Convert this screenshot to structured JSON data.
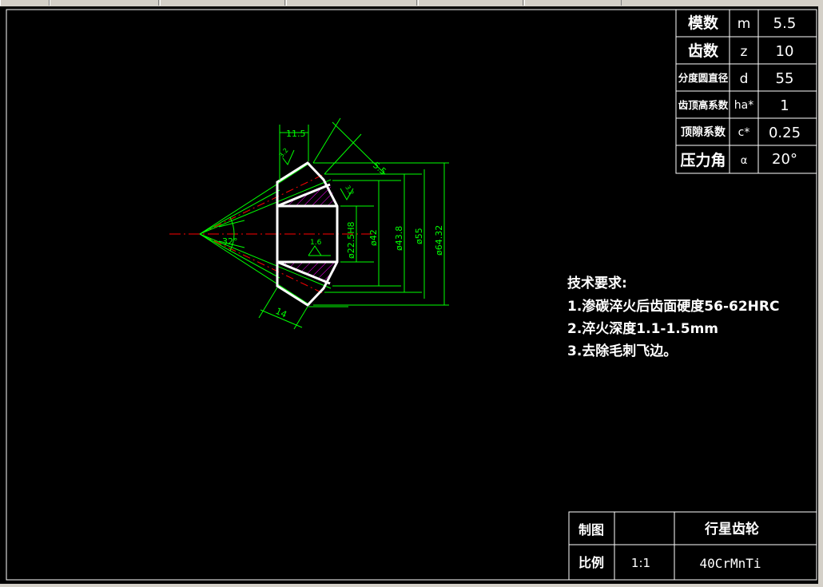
{
  "param_table": {
    "rows": [
      {
        "name": "模数",
        "symbol": "m",
        "value": "5.5"
      },
      {
        "name": "齿数",
        "symbol": "z",
        "value": "10"
      },
      {
        "name": "分度圆直径",
        "symbol": "d",
        "value": "55"
      },
      {
        "name": "齿顶高系数",
        "symbol": "ha*",
        "value": "1"
      },
      {
        "name": "顶隙系数",
        "symbol": "c*",
        "value": "0.25"
      },
      {
        "name": "压力角",
        "symbol": "α",
        "value": "20°"
      }
    ]
  },
  "tech_requirements": {
    "title": "技术要求:",
    "items": [
      "1.渗碳淬火后齿面硬度56-62HRC",
      "2.淬火深度1.1-1.5mm",
      "3.去除毛刺飞边。"
    ]
  },
  "title_block": {
    "drawn_label": "制图",
    "drawn_value": "",
    "part_name": "行星齿轮",
    "scale_label": "比例",
    "scale_value": "1:1",
    "material": "40CrMnTi"
  },
  "dimensions": {
    "width_top": "11.5",
    "face_width": "5.5",
    "roughness_a": "3.2",
    "roughness_b": "3.2",
    "roughness_c": "1.6",
    "angle": "32°",
    "bore": "ø22.5H8",
    "d1": "ø42",
    "d2": "ø43.8",
    "d3": "ø55",
    "d4": "ø64.32",
    "bottom_len": "14"
  },
  "colors": {
    "background": "#000000",
    "dimension": "#00ff00",
    "outline": "#ffffff",
    "centerline": "#ff0000",
    "hatch": "#ff00ff"
  }
}
